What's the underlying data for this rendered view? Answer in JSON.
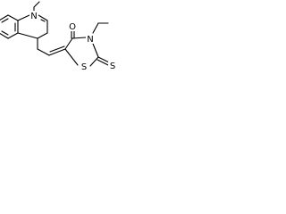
{
  "molecule": {
    "atoms": {
      "n1": "N",
      "n3": "N",
      "o4": "O",
      "s1": "S",
      "s2": "S"
    }
  },
  "colors": {
    "bond": "#000000",
    "label": "#000000",
    "background": "#ffffff"
  }
}
